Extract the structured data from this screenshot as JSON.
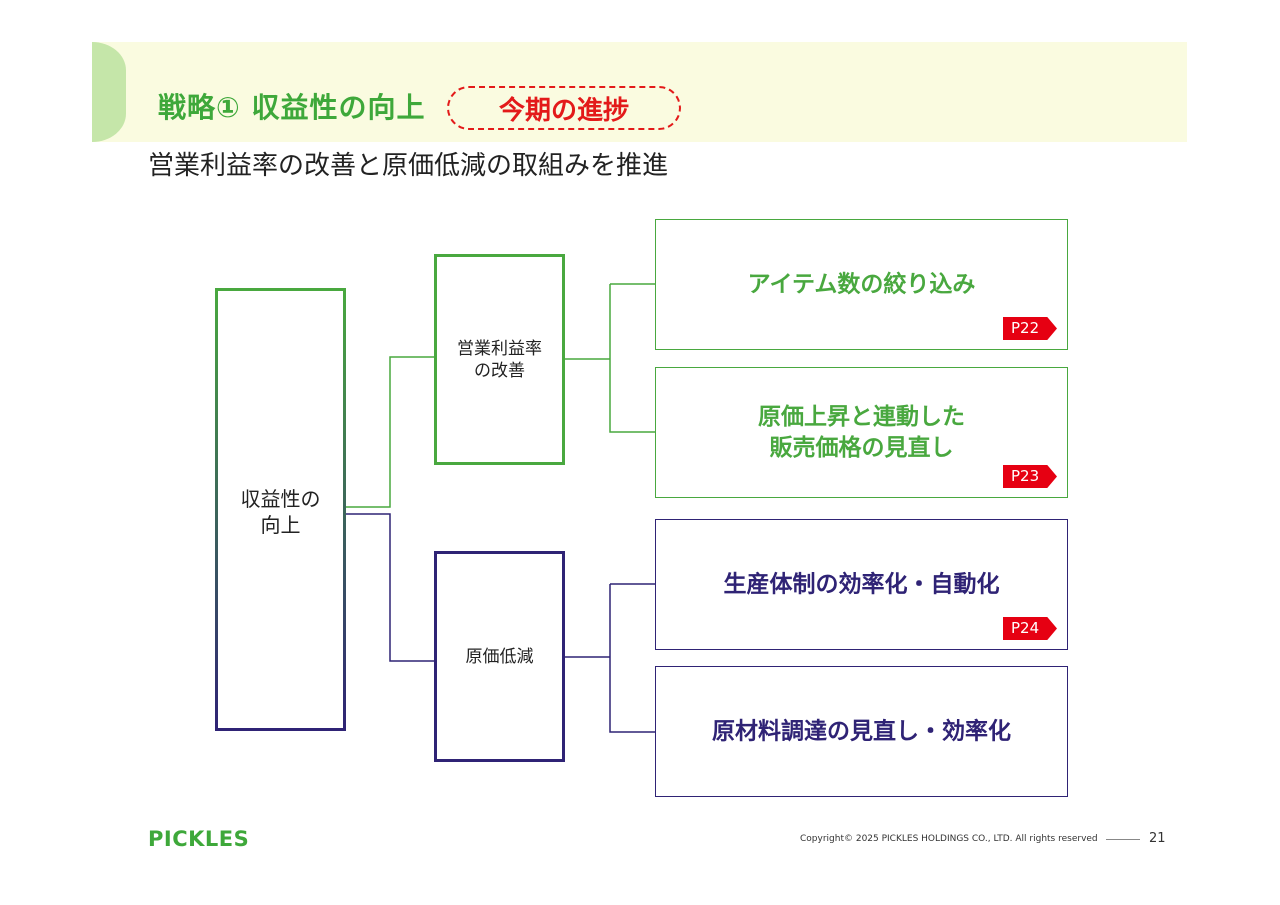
{
  "header": {
    "title": "戦略① 収益性の向上",
    "progress_label": "今期の進捗",
    "subtitle": "営業利益率の改善と原価低減の取組みを推進"
  },
  "tree": {
    "root": {
      "label": "収益性の\n向上"
    },
    "branches": [
      {
        "label": "営業利益率\nの改善"
      },
      {
        "label": "原価低減"
      }
    ],
    "leaves": [
      {
        "text": "アイテム数の絞り込み",
        "page_ref": "P22"
      },
      {
        "text": "原価上昇と連動した\n販売価格の見直し",
        "page_ref": "P23"
      },
      {
        "text": "生産体制の効率化・自動化",
        "page_ref": "P24"
      },
      {
        "text": "原材料調達の見直し・効率化"
      }
    ]
  },
  "footer": {
    "logo": "PICKLES",
    "copyright": "Copyright© 2025 PICKLES HOLDINGS CO., LTD. All rights reserved",
    "page_number": "21"
  },
  "colors": {
    "green": "#49a83f",
    "purple": "#2f2375",
    "red": "#e60012",
    "header_band": "#fafbe0"
  }
}
